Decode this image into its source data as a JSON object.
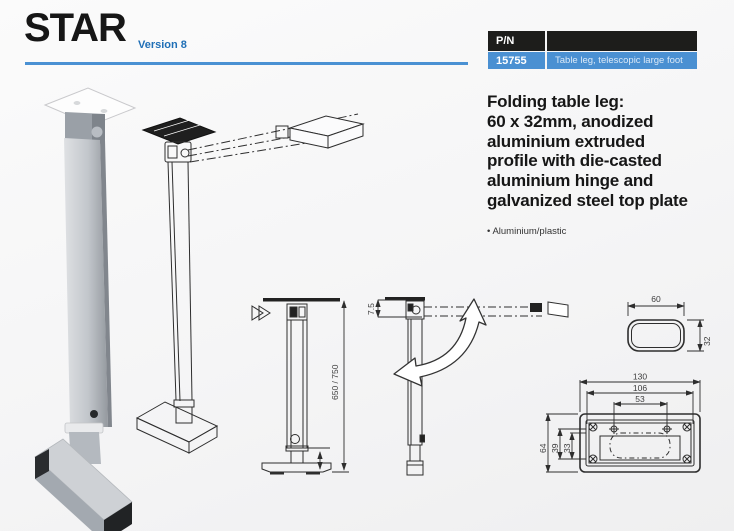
{
  "header": {
    "title": "STAR",
    "version": "Version 8",
    "accent_color": "#1f6fb6",
    "rule_color": "#4a91d3"
  },
  "part_table": {
    "header_label": "P/N",
    "header_bg": "#1d1d1b",
    "row_bg": "#4a90d2",
    "part_number": "15755",
    "description": "Table leg, telescopic large foot"
  },
  "product": {
    "heading_lines": [
      "Folding table leg:",
      "60 x 32mm, anodized",
      "aluminium extruded",
      "profile with die-casted",
      "aluminium hinge and",
      "galvanized steel top plate"
    ],
    "bullet": "• Aluminium/plastic"
  },
  "drawings": {
    "front_view": {
      "height_dim": "650 / 750"
    },
    "folded_view": {
      "plate_offset_dim": "7.5"
    },
    "profile_view": {
      "width_dim": "60",
      "height_dim": "32"
    },
    "plate_view": {
      "width_dims": [
        "130",
        "106",
        "53"
      ],
      "depth_dims": [
        "64",
        "39",
        "33"
      ]
    }
  }
}
